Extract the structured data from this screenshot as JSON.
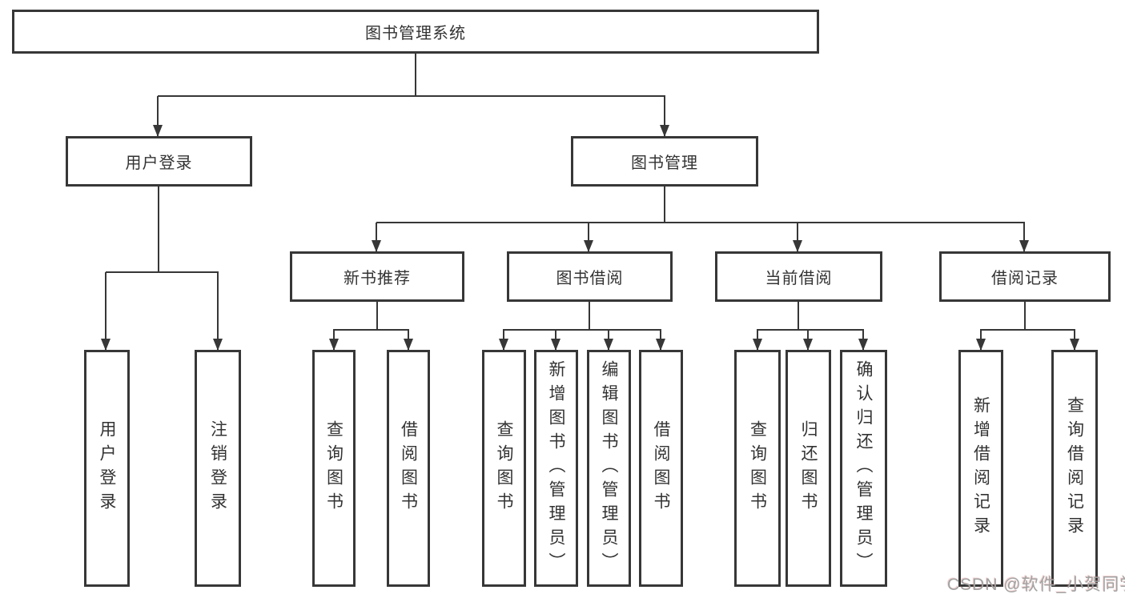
{
  "diagram": {
    "root": {
      "label": "图书管理系统"
    },
    "branches": {
      "user_login": {
        "label": "用户登录",
        "children": {
          "login": {
            "label": "用户登录"
          },
          "logout": {
            "label": "注销登录"
          }
        }
      },
      "book_mgmt": {
        "label": "图书管理",
        "sections": {
          "new_book": {
            "label": "新书推荐",
            "children": {
              "query": {
                "label": "查询图书"
              },
              "borrow": {
                "label": "借阅图书"
              }
            }
          },
          "borrowing": {
            "label": "图书借阅",
            "children": {
              "query": {
                "label": "查询图书"
              },
              "add": {
                "label": "新增图书（管理员）"
              },
              "edit": {
                "label": "编辑图书（管理员）"
              },
              "borrow": {
                "label": "借阅图书"
              }
            }
          },
          "current": {
            "label": "当前借阅",
            "children": {
              "query": {
                "label": "查询图书"
              },
              "return": {
                "label": "归还图书"
              },
              "confirm": {
                "label": "确认归还（管理员）"
              }
            }
          },
          "records": {
            "label": "借阅记录",
            "children": {
              "add": {
                "label": "新增借阅记录"
              },
              "query": {
                "label": "查询借阅记录"
              }
            }
          }
        }
      }
    },
    "line_color": "#373737",
    "text_color": "#333333"
  },
  "watermark": {
    "text": "CSDN @软件_小贺同学"
  }
}
